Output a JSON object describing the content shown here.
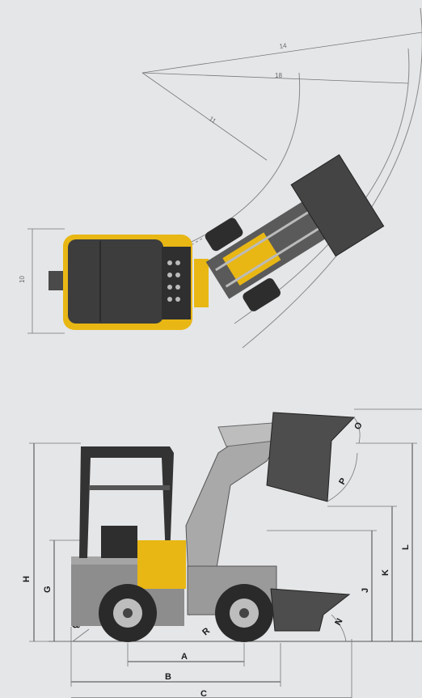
{
  "top_view": {
    "labels": {
      "radius_14": "14",
      "radius_18": "18",
      "radius_11": "11",
      "width_10": "10"
    }
  },
  "side_view": {
    "labels": {
      "A": "A",
      "B": "B",
      "C": "C",
      "G": "G",
      "H": "H",
      "J": "J",
      "K": "K",
      "L": "L",
      "N": "N",
      "O": "O",
      "P": "P",
      "Q": "Q",
      "R": "R"
    }
  },
  "colors": {
    "background": "#e4e6e8",
    "machine_yellow": "#e8b714",
    "machine_dark": "#3a3a3a",
    "machine_grey": "#8c8c8c"
  }
}
